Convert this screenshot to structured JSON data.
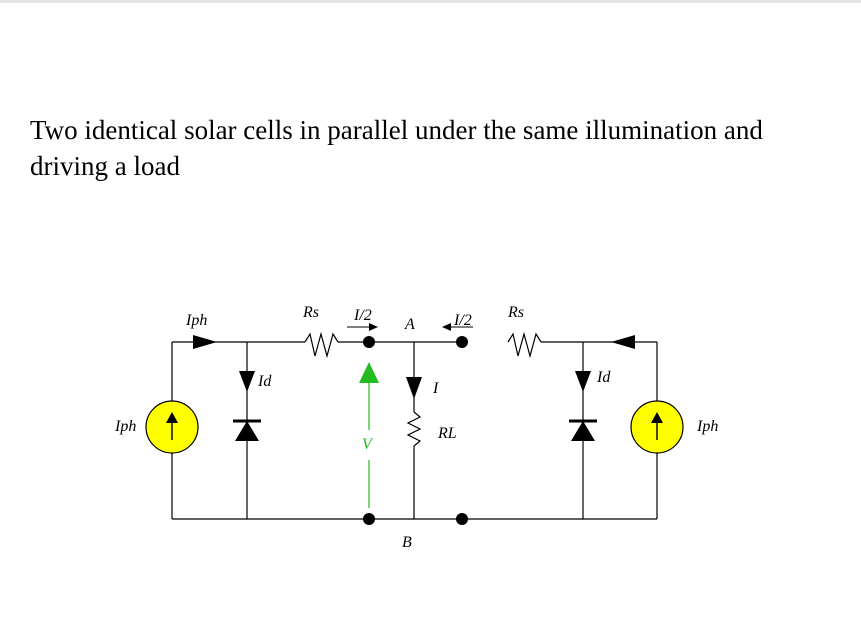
{
  "slide": {
    "title": "Two identical solar cells in parallel under the same illumination and driving a load"
  },
  "circuit": {
    "labels": {
      "iph_top_left": "Iph",
      "id_left": "Id",
      "rs_left": "Rs",
      "half_current_left": "I/2",
      "node_a": "A",
      "half_current_right": "I/2",
      "rs_right": "Rs",
      "id_right": "Id",
      "iph_left": "Iph",
      "iph_right": "Iph",
      "load_current": "I",
      "load_resistor": "RL",
      "voltage": "V",
      "node_b": "B"
    },
    "colors": {
      "wire": "#000000",
      "source_fill": "#ffff00",
      "voltage": "#22bb22",
      "text": "#000000"
    }
  }
}
